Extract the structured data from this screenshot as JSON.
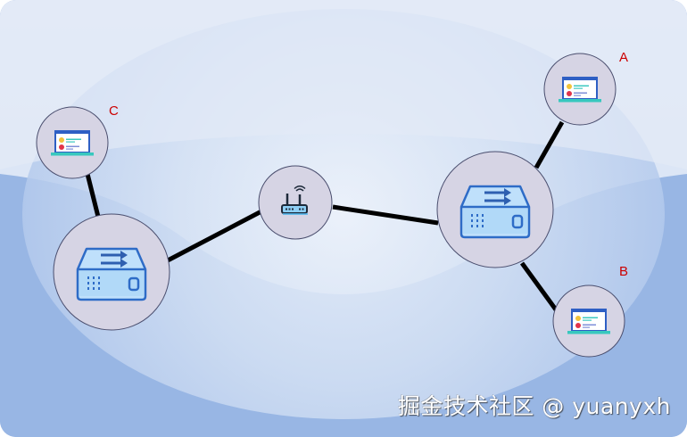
{
  "diagram": {
    "type": "network-topology",
    "colors": {
      "background_top": "#e3ebf7",
      "background_center": "#e8eff9",
      "background_edge": "#98b6e4",
      "node_fill": "#d6d4e4",
      "node_stroke": "#4a4e6e",
      "link": "#000000",
      "label": "#cc0000",
      "icon_blue": "#2e6cc7",
      "icon_fill": "#bfe0fb"
    },
    "nodes": [
      {
        "id": "router",
        "icon": "wifi-router-icon",
        "label": ""
      },
      {
        "id": "switch-left",
        "icon": "switch-icon",
        "label": ""
      },
      {
        "id": "switch-right",
        "icon": "switch-icon",
        "label": ""
      },
      {
        "id": "host-a",
        "icon": "laptop-icon",
        "label": "A"
      },
      {
        "id": "host-b",
        "icon": "laptop-icon",
        "label": "B"
      },
      {
        "id": "host-c",
        "icon": "laptop-icon",
        "label": "C"
      }
    ],
    "links": [
      {
        "from": "host-c",
        "to": "switch-left"
      },
      {
        "from": "switch-left",
        "to": "router"
      },
      {
        "from": "router",
        "to": "switch-right"
      },
      {
        "from": "switch-right",
        "to": "host-a"
      },
      {
        "from": "switch-right",
        "to": "host-b"
      }
    ]
  },
  "labels": {
    "a": "A",
    "b": "B",
    "c": "C"
  },
  "watermark": "掘金技术社区 @ yuanyxh"
}
